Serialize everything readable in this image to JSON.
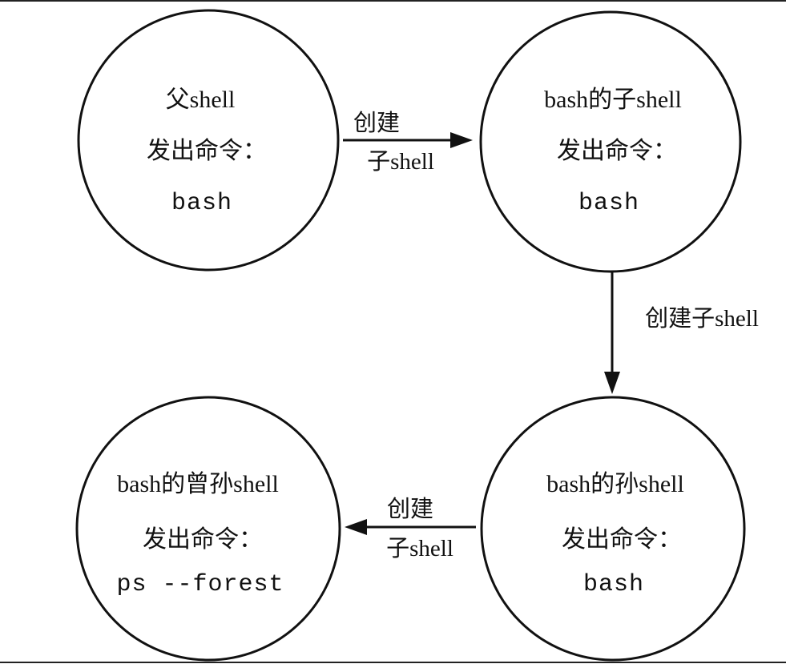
{
  "nodes": {
    "parent": {
      "title": "父shell",
      "action": "发出命令：",
      "command": "bash"
    },
    "child": {
      "title": "bash的子shell",
      "action": "发出命令：",
      "command": "bash"
    },
    "grandchild": {
      "title": "bash的孙shell",
      "action": "发出命令：",
      "command": "bash"
    },
    "great_grandchild": {
      "title": "bash的曾孙shell",
      "action": "发出命令：",
      "command": "ps --forest"
    }
  },
  "edges": {
    "parent_to_child": {
      "line1": "创建",
      "line2": "子shell"
    },
    "child_to_grandchild": {
      "label": "创建子shell"
    },
    "grandchild_to_great_grandchild": {
      "line1": "创建",
      "line2": "子shell"
    }
  }
}
